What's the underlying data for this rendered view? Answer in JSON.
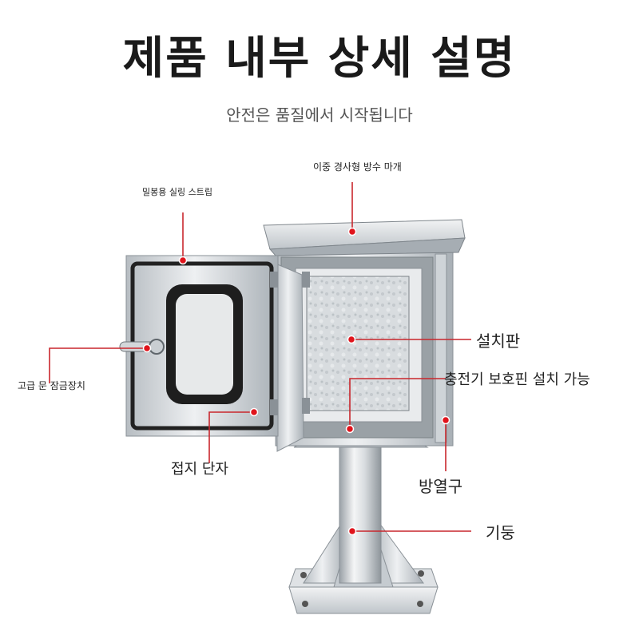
{
  "title": "제품 내부 상세 설명",
  "subtitle": "안전은 품질에서 시작됩니다",
  "callouts": {
    "rain_cover": "이중 경사형 방수 마개",
    "seal_strip": "밀봉용 실링 스트립",
    "door_lock": "고급 문 잠금장치",
    "mount_plate": "설치판",
    "breaker": "충전기 보호핀 설치 가능",
    "ground": "접지 단자",
    "vent": "방열구",
    "pillar": "기둥"
  },
  "colors": {
    "marker": "#e0141c",
    "line": "#c9272d",
    "steel": "#cfd4d8"
  }
}
